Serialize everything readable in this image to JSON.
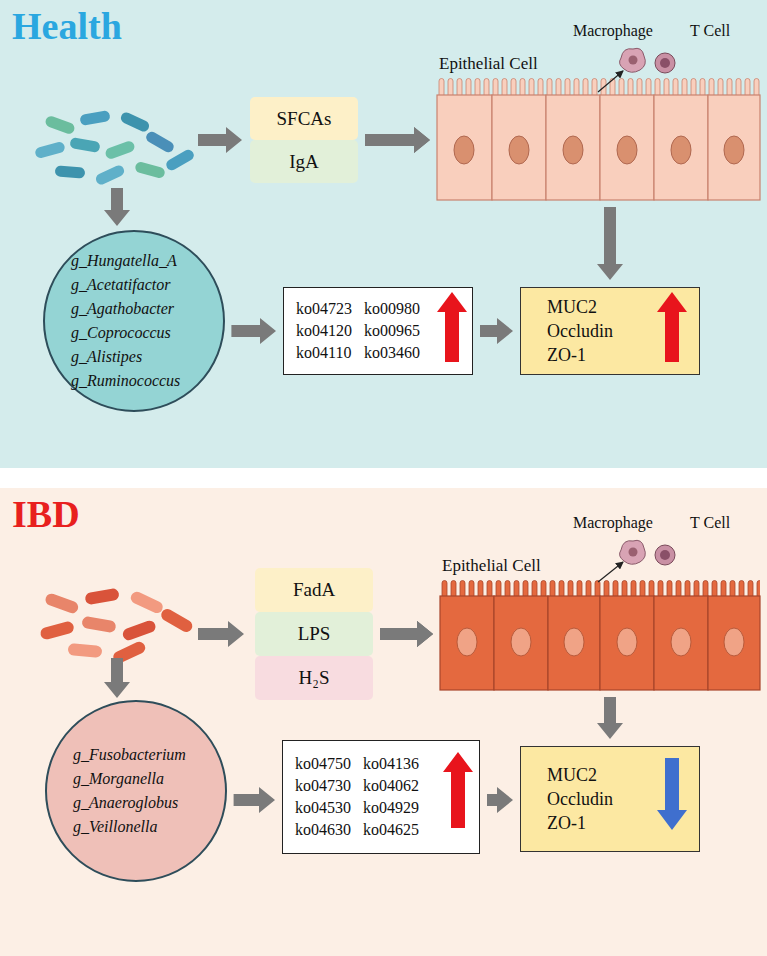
{
  "diagram": {
    "nodes": [
      {
        "text": [
          "Health"
        ]
      },
      {
        "text": [
          "SFCAs"
        ],
        "in": 0
      },
      {
        "text": [
          "IgA"
        ],
        "in": 0
      },
      {
        "text": [
          "Epithelial Cell"
        ],
        "in": 0
      },
      {
        "text": [
          "g_Hungatella_A",
          "g_Acetatifactor",
          "g_Agathobacter",
          "g_Coprococcus",
          "g_Alistipes",
          "g_Ruminococcus"
        ],
        "in": 0
      },
      {
        "text": [
          "ko04723",
          "ko00980",
          "ko04120",
          "ko00965",
          "ko04110",
          "ko03460"
        ],
        "in": 0
      },
      {
        "text": [
          "MUC2",
          "Occludin",
          "ZO-1"
        ],
        "in": 0
      },
      {
        "text": [
          "IBD"
        ]
      },
      {
        "text": [
          "FadA"
        ],
        "in": 7
      },
      {
        "text": [
          "LPS"
        ],
        "in": 7
      },
      {
        "text": [
          "H₂S"
        ],
        "in": 7
      },
      {
        "text": [
          "Epithelial Cell"
        ],
        "in": 7
      },
      {
        "text": [
          "g_Fusobacterium",
          "g_Morganella",
          "g_Anaeroglobus",
          "g_Veillonella"
        ],
        "in": 7
      },
      {
        "text": [
          "ko04750",
          "ko04136",
          "ko04730",
          "ko04062",
          "ko04530",
          "ko04929",
          "ko04630",
          "ko04625"
        ],
        "in": 7
      },
      {
        "text": [
          "MUC2",
          "Occludin",
          "ZO-1"
        ],
        "in": 7
      }
    ],
    "edges": [
      {
        "from": 1,
        "to": 3,
        "arrow": "to"
      },
      {
        "from": 2,
        "to": 3,
        "arrow": "to"
      },
      {
        "from": 3,
        "to": 6,
        "arrow": "to"
      },
      {
        "from": 4,
        "to": 5,
        "arrow": "to"
      },
      {
        "from": 5,
        "to": 6,
        "arrow": "to"
      },
      {
        "from": 8,
        "to": 11,
        "arrow": "to"
      },
      {
        "from": 9,
        "to": 11,
        "arrow": "to"
      },
      {
        "from": 10,
        "to": 11,
        "arrow": "to"
      },
      {
        "from": 11,
        "to": 14,
        "arrow": "to"
      },
      {
        "from": 12,
        "to": 13,
        "arrow": "to"
      },
      {
        "from": 13,
        "to": 14,
        "arrow": "to"
      }
    ],
    "labels": [
      "Macrophage",
      "T Cell",
      "Macrophage",
      "T Cell"
    ]
  }
}
